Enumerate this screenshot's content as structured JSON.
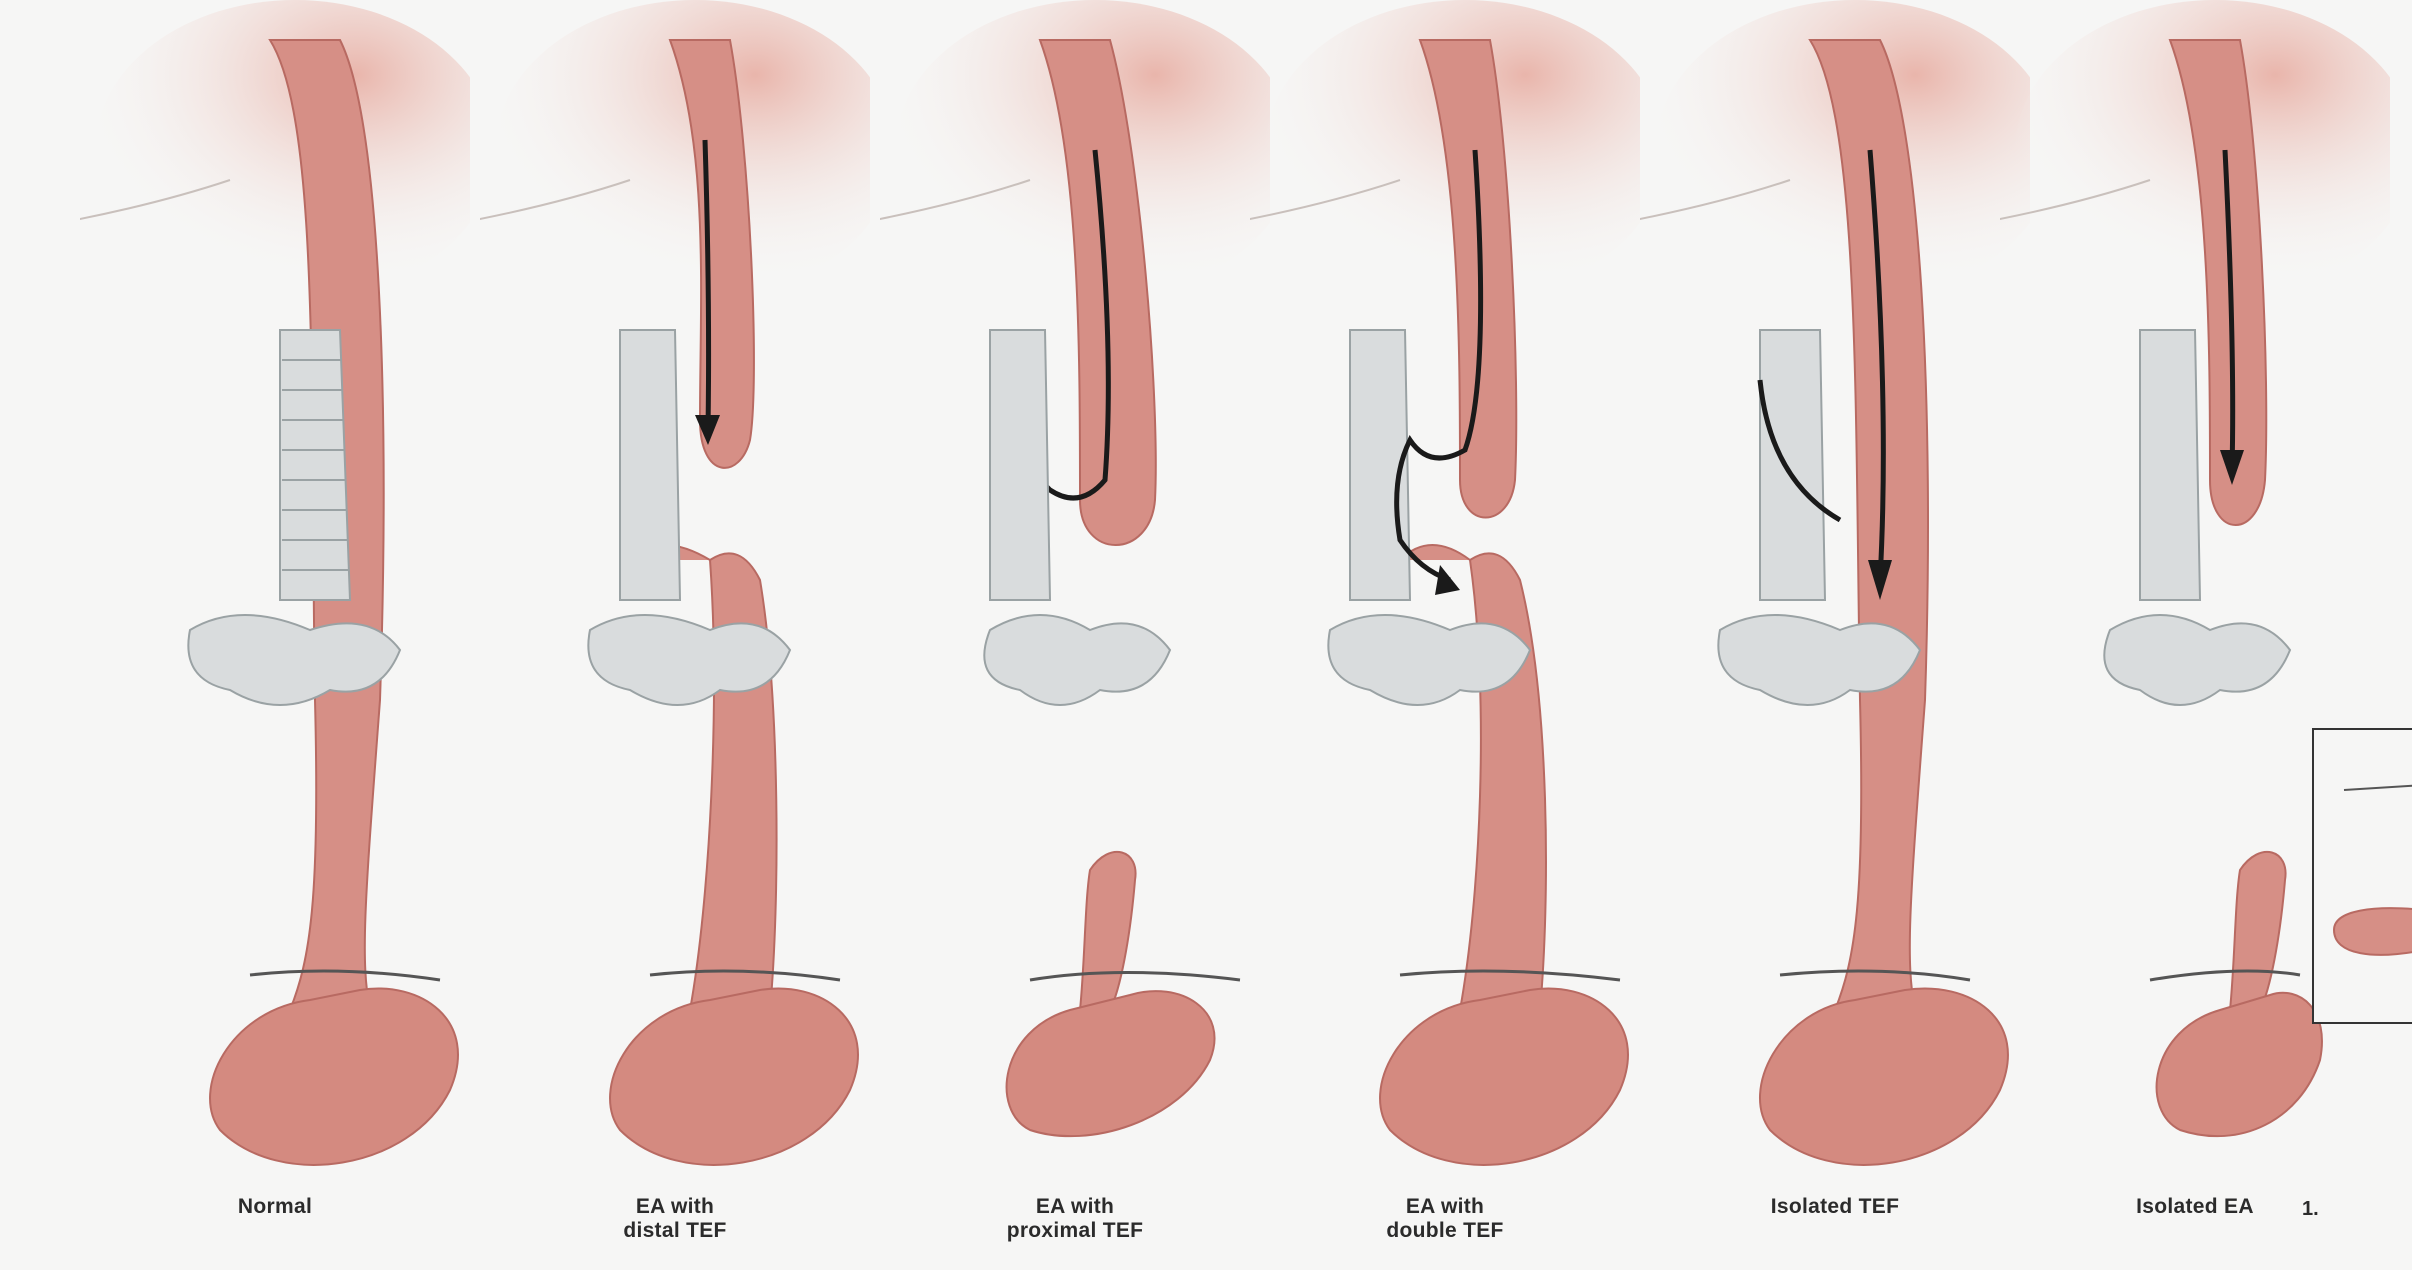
{
  "panels": [
    {
      "id": "normal",
      "caption_lines": [
        "Normal"
      ]
    },
    {
      "id": "ea-distal-tef",
      "caption_lines": [
        "EA with",
        "distal TEF"
      ]
    },
    {
      "id": "ea-proximal-tef",
      "caption_lines": [
        "EA with",
        "proximal TEF"
      ]
    },
    {
      "id": "ea-double-tef",
      "caption_lines": [
        "EA with",
        "double TEF"
      ]
    },
    {
      "id": "isolated-tef",
      "caption_lines": [
        "Isolated TEF"
      ]
    },
    {
      "id": "isolated-ea",
      "caption_lines": [
        "Isolated EA"
      ]
    }
  ],
  "footnote": "1.",
  "colors": {
    "background": "#f6f6f5",
    "esophagus": "#d68f86",
    "esophagus_dark": "#b86a62",
    "stomach": "#d48a80",
    "trachea": "#d9dcdd",
    "trachea_outline": "#9aa2a4",
    "skin": "#f1d8d2",
    "arrow": "#1a1a1a"
  }
}
